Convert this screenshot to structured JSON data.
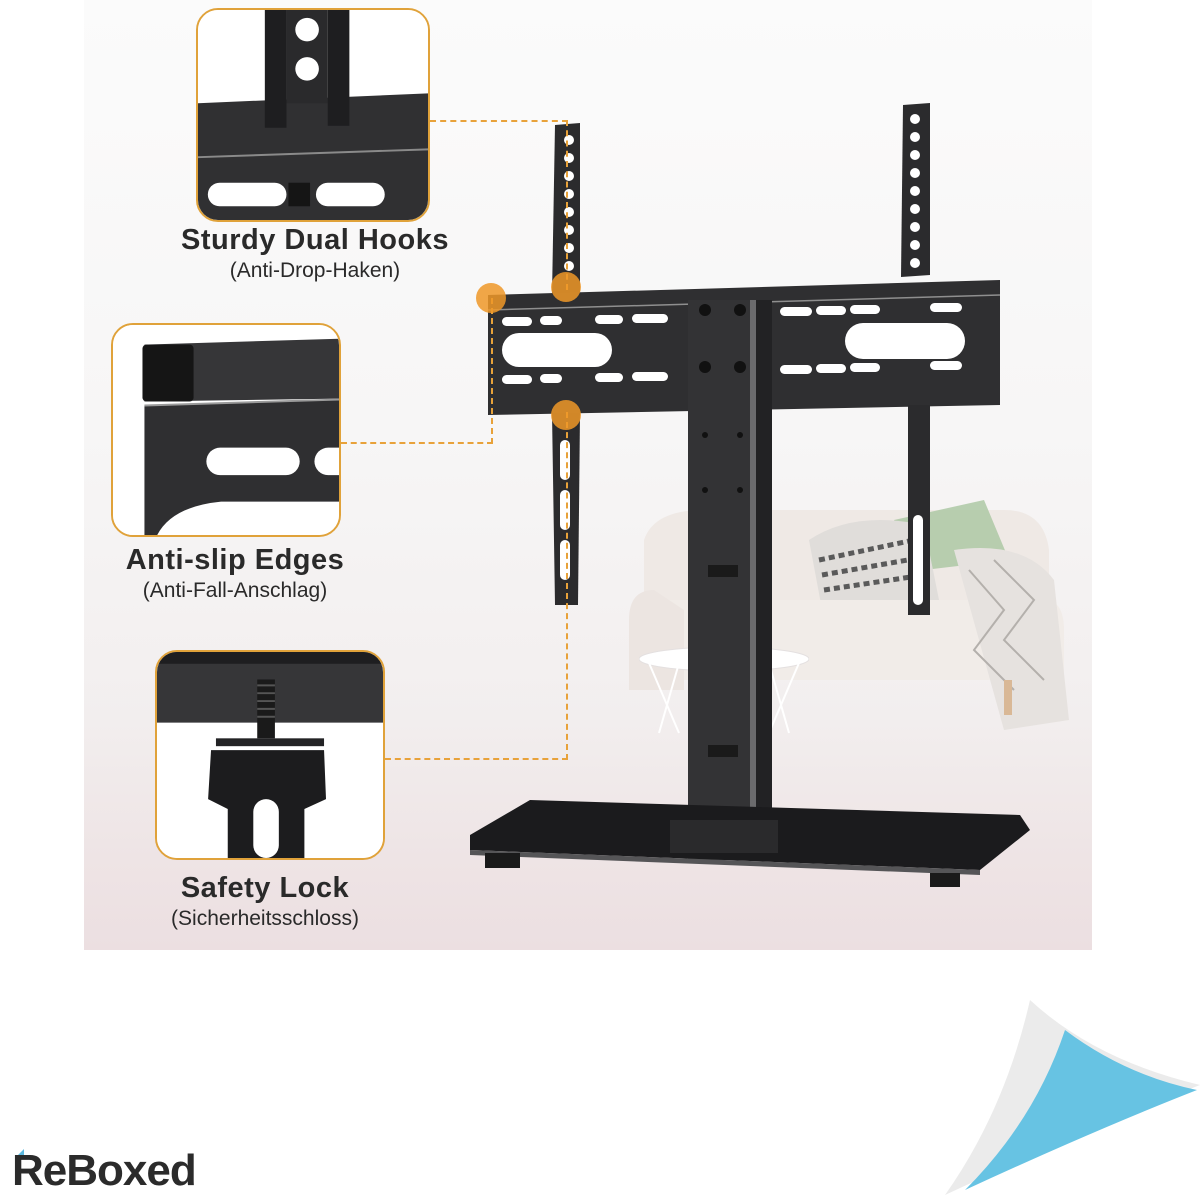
{
  "features": [
    {
      "title": "Sturdy Dual Hooks",
      "subtitle": "(Anti-Drop-Haken)"
    },
    {
      "title": "Anti-slip Edges",
      "subtitle": "(Anti-Fall-Anschlag)"
    },
    {
      "title": "Safety Lock",
      "subtitle": "(Sicherheitsschloss)"
    }
  ],
  "brand": {
    "logo_text": "ReBoxed",
    "accent_color": "#5cb9e0"
  },
  "colors": {
    "callout_border": "#e0a23a",
    "highlight_dot": "#ee9828",
    "steel": "#2f2f31",
    "text": "#2a2a2a"
  }
}
